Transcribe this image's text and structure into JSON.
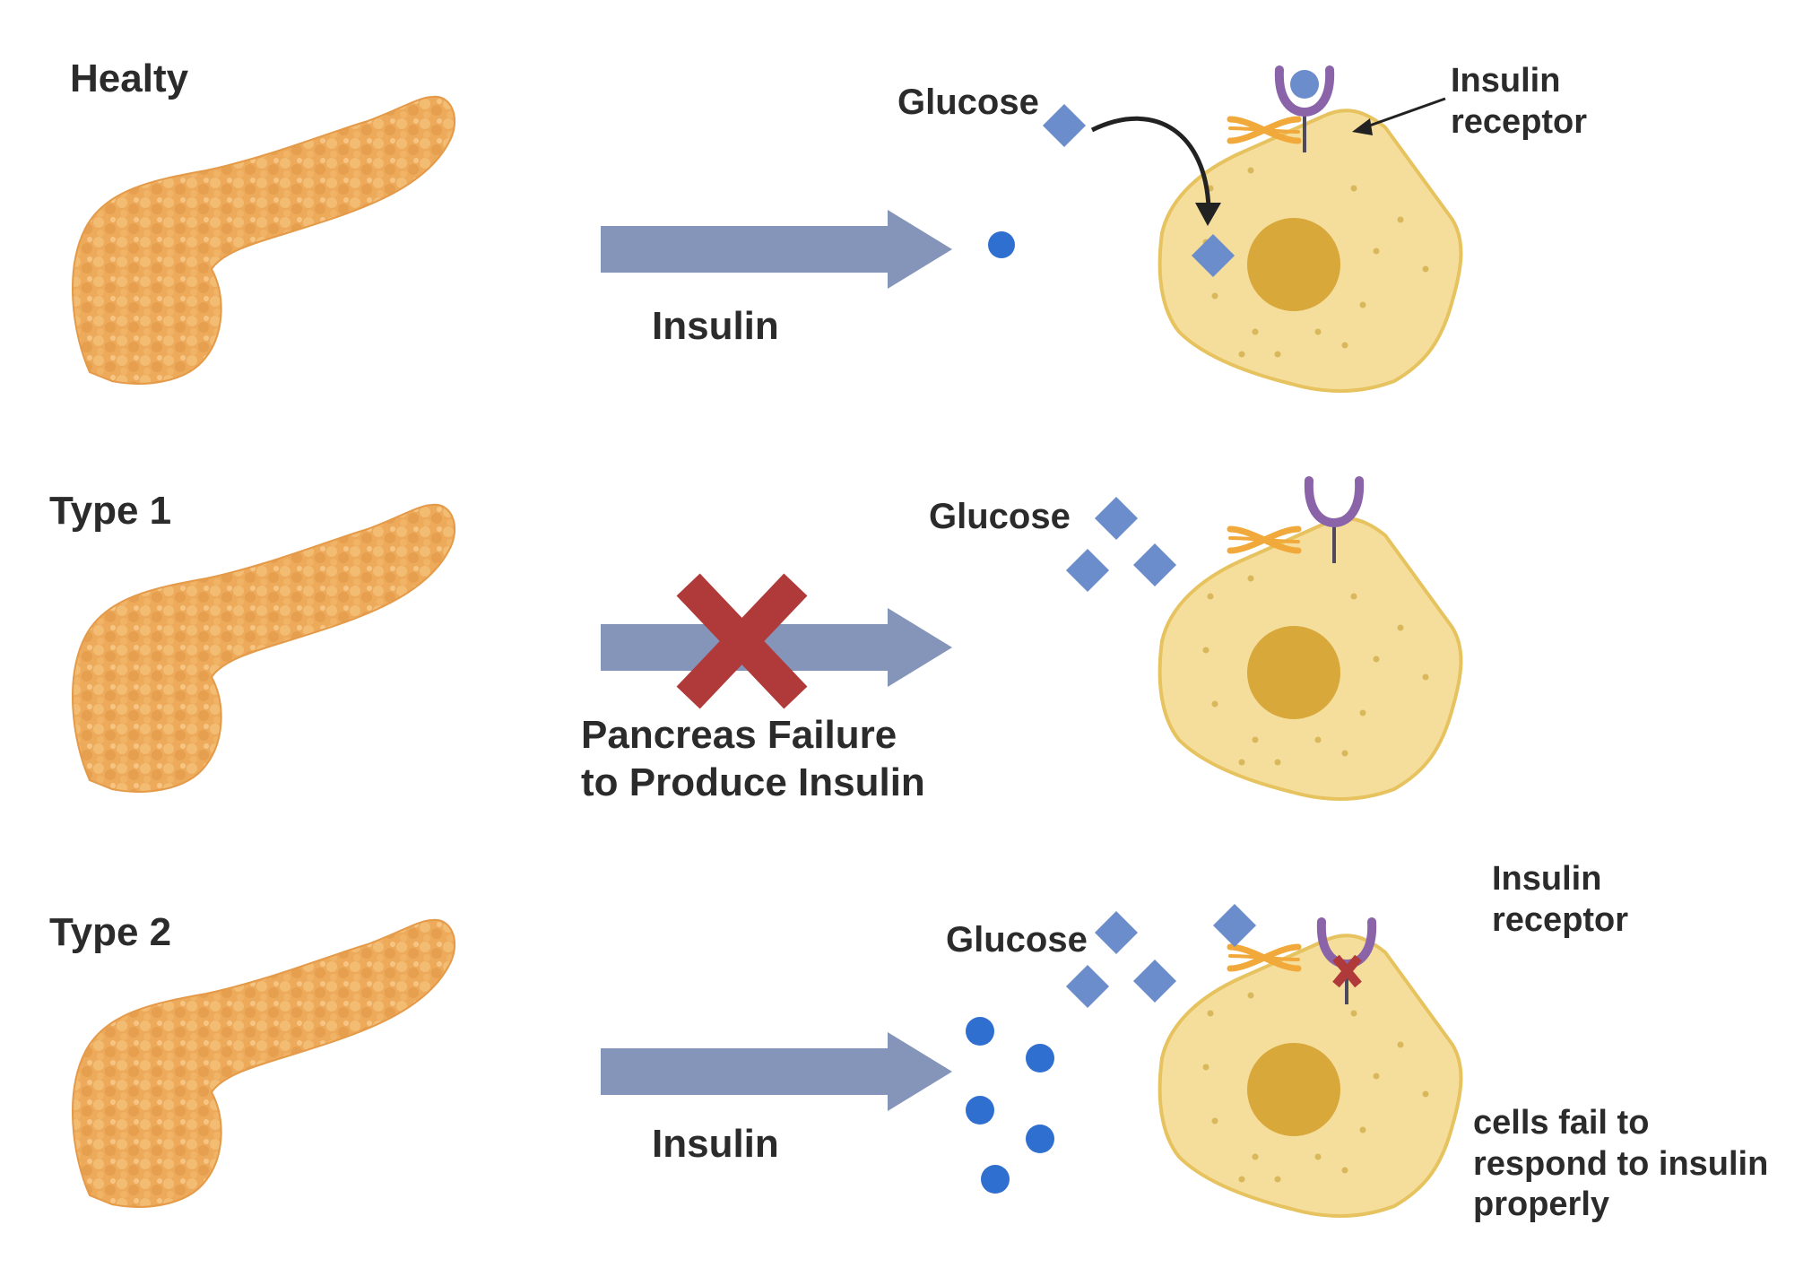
{
  "rows": {
    "healthy": {
      "title": "Healty",
      "arrow_label": "Insulin",
      "glucose_label": "Glucose",
      "receptor_label": "Insulin\nreceptor"
    },
    "type1": {
      "title": "Type 1",
      "arrow_label": "Pancreas Failure\nto Produce Insulin",
      "glucose_label": "Glucose"
    },
    "type2": {
      "title": "Type 2",
      "arrow_label": "Insulin",
      "glucose_label": "Glucose",
      "receptor_label": "Insulin\nreceptor",
      "note": "cells fail to\nrespond to insulin\nproperly"
    }
  },
  "colors": {
    "pancreas": "#EDAA5B",
    "arrow": "#8595BA",
    "glucose": "#6C8DCB",
    "insulin": "#2F6FD0",
    "cell_fill": "#F5DE9C",
    "cell_border": "#E6C35F",
    "nucleus": "#D8A83A",
    "receptor": "#8A63A8",
    "blocked": "#B03A3A"
  },
  "icons": [
    "pancreas-icon",
    "arrow-icon",
    "cross-icon",
    "glucose-icon",
    "insulin-icon",
    "cell-icon",
    "insulin-receptor-icon",
    "glucose-transporter-icon"
  ]
}
